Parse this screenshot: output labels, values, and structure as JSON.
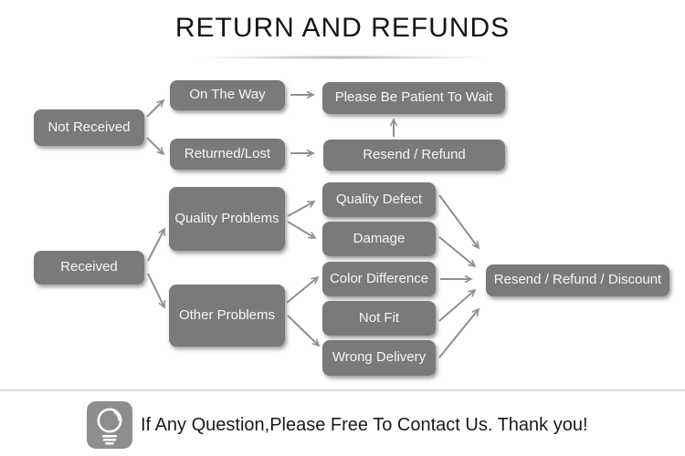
{
  "title": "RETURN AND REFUNDS",
  "flowchart": {
    "nodes": {
      "not_received": {
        "label": "Not Received"
      },
      "on_the_way": {
        "label": "On The Way"
      },
      "returned_lost": {
        "label": "Returned/Lost"
      },
      "please_wait": {
        "label": "Please Be Patient To Wait"
      },
      "resend_refund": {
        "label": "Resend / Refund"
      },
      "received": {
        "label": "Received"
      },
      "quality_problems": {
        "label": "Quality Problems"
      },
      "other_problems": {
        "label": "Other Problems"
      },
      "quality_defect": {
        "label": "Quality Defect"
      },
      "damage": {
        "label": "Damage"
      },
      "color_difference": {
        "label": "Color Difference"
      },
      "not_fit": {
        "label": "Not Fit"
      },
      "wrong_delivery": {
        "label": "Wrong Delivery"
      },
      "resend_refund_discount": {
        "label": "Resend / Refund / Discount"
      }
    },
    "edges": [
      {
        "from": "not_received",
        "to": "on_the_way"
      },
      {
        "from": "not_received",
        "to": "returned_lost"
      },
      {
        "from": "on_the_way",
        "to": "please_wait"
      },
      {
        "from": "returned_lost",
        "to": "resend_refund"
      },
      {
        "from": "resend_refund",
        "to": "please_wait"
      },
      {
        "from": "received",
        "to": "quality_problems"
      },
      {
        "from": "received",
        "to": "other_problems"
      },
      {
        "from": "quality_problems",
        "to": "quality_defect"
      },
      {
        "from": "quality_problems",
        "to": "damage"
      },
      {
        "from": "other_problems",
        "to": "color_difference"
      },
      {
        "from": "other_problems",
        "to": "wrong_delivery"
      },
      {
        "from": "quality_defect",
        "to": "resend_refund_discount"
      },
      {
        "from": "damage",
        "to": "resend_refund_discount"
      },
      {
        "from": "color_difference",
        "to": "resend_refund_discount"
      },
      {
        "from": "not_fit",
        "to": "resend_refund_discount"
      },
      {
        "from": "wrong_delivery",
        "to": "resend_refund_discount"
      }
    ]
  },
  "footer": {
    "icon": "lightbulb-icon",
    "message": "If Any Question,Please Free To Contact Us. Thank you!"
  },
  "colors": {
    "node_fill": "#7a7a7a",
    "node_text": "#f7f7f7",
    "arrow": "#8f8f8f",
    "title_text": "#151515",
    "divider": "#d9d9d9",
    "icon_fill": "#8d8d8d",
    "icon_glyph": "#ffffff"
  }
}
